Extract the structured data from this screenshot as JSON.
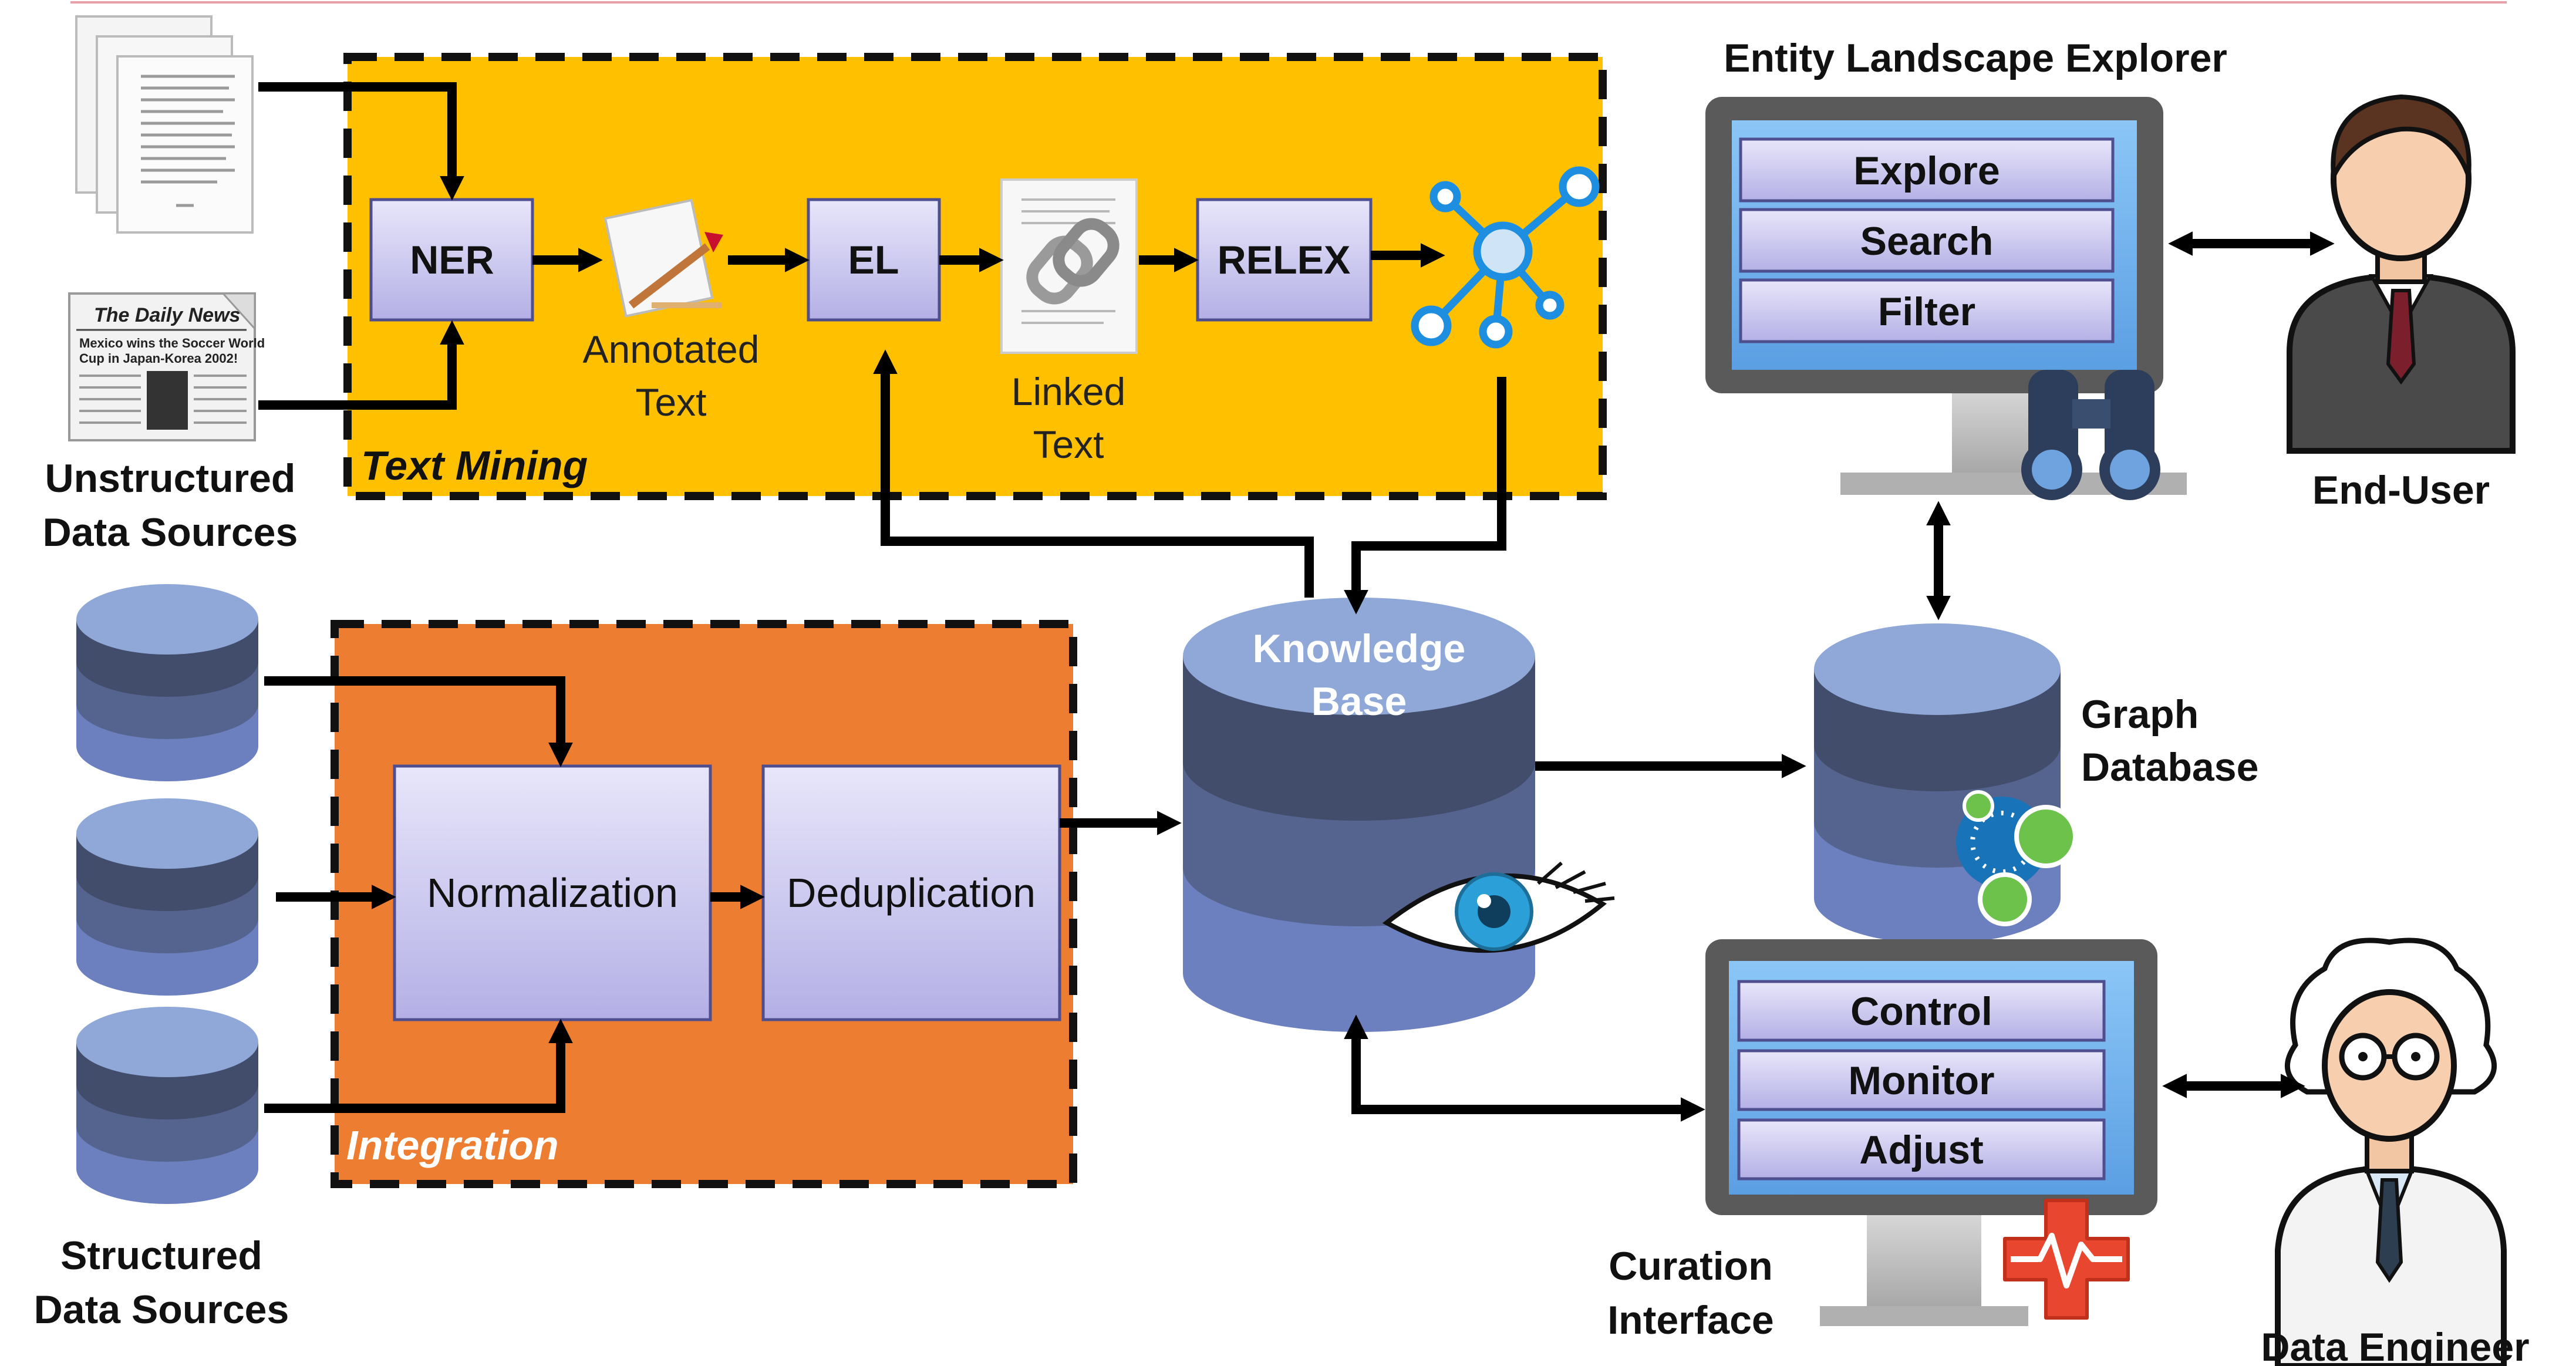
{
  "sources": {
    "unstructured": [
      "Unstructured",
      "Data Sources"
    ],
    "structured": [
      "Structured",
      "Data Sources"
    ],
    "newspaper": {
      "masthead": "The Daily News",
      "headline": [
        "Mexico wins the Soccer World",
        "Cup in Japan-Korea 2002!"
      ]
    }
  },
  "text_mining": {
    "title": "Text Mining",
    "ner": "NER",
    "annotated": [
      "Annotated",
      "Text"
    ],
    "el": "EL",
    "linked": [
      "Linked",
      "Text"
    ],
    "relex": "RELEX"
  },
  "integration": {
    "title": "Integration",
    "normalization": "Normalization",
    "deduplication": "Deduplication"
  },
  "knowledge_base": [
    "Knowledge",
    "Base"
  ],
  "graph_db": [
    "Graph",
    "Database"
  ],
  "explorer": {
    "title": "Entity Landscape Explorer",
    "buttons": [
      "Explore",
      "Search",
      "Filter"
    ]
  },
  "curation": {
    "title": [
      "Curation",
      "Interface"
    ],
    "buttons": [
      "Control",
      "Monitor",
      "Adjust"
    ]
  },
  "end_user": "End-User",
  "data_engineer": "Data Engineer",
  "colors": {
    "text_mining_bg": "#FFC000",
    "integration_bg": "#ED7D31",
    "box_fill": "#DCDAF6",
    "box_border": "#4F4F8F",
    "db_top": "#8FA8D8",
    "db_mid1": "#6C7FBF",
    "db_mid2": "#55648E",
    "db_bottom": "#424C6B",
    "screen": "#6FB0F0",
    "monitor_frame": "#555555"
  }
}
